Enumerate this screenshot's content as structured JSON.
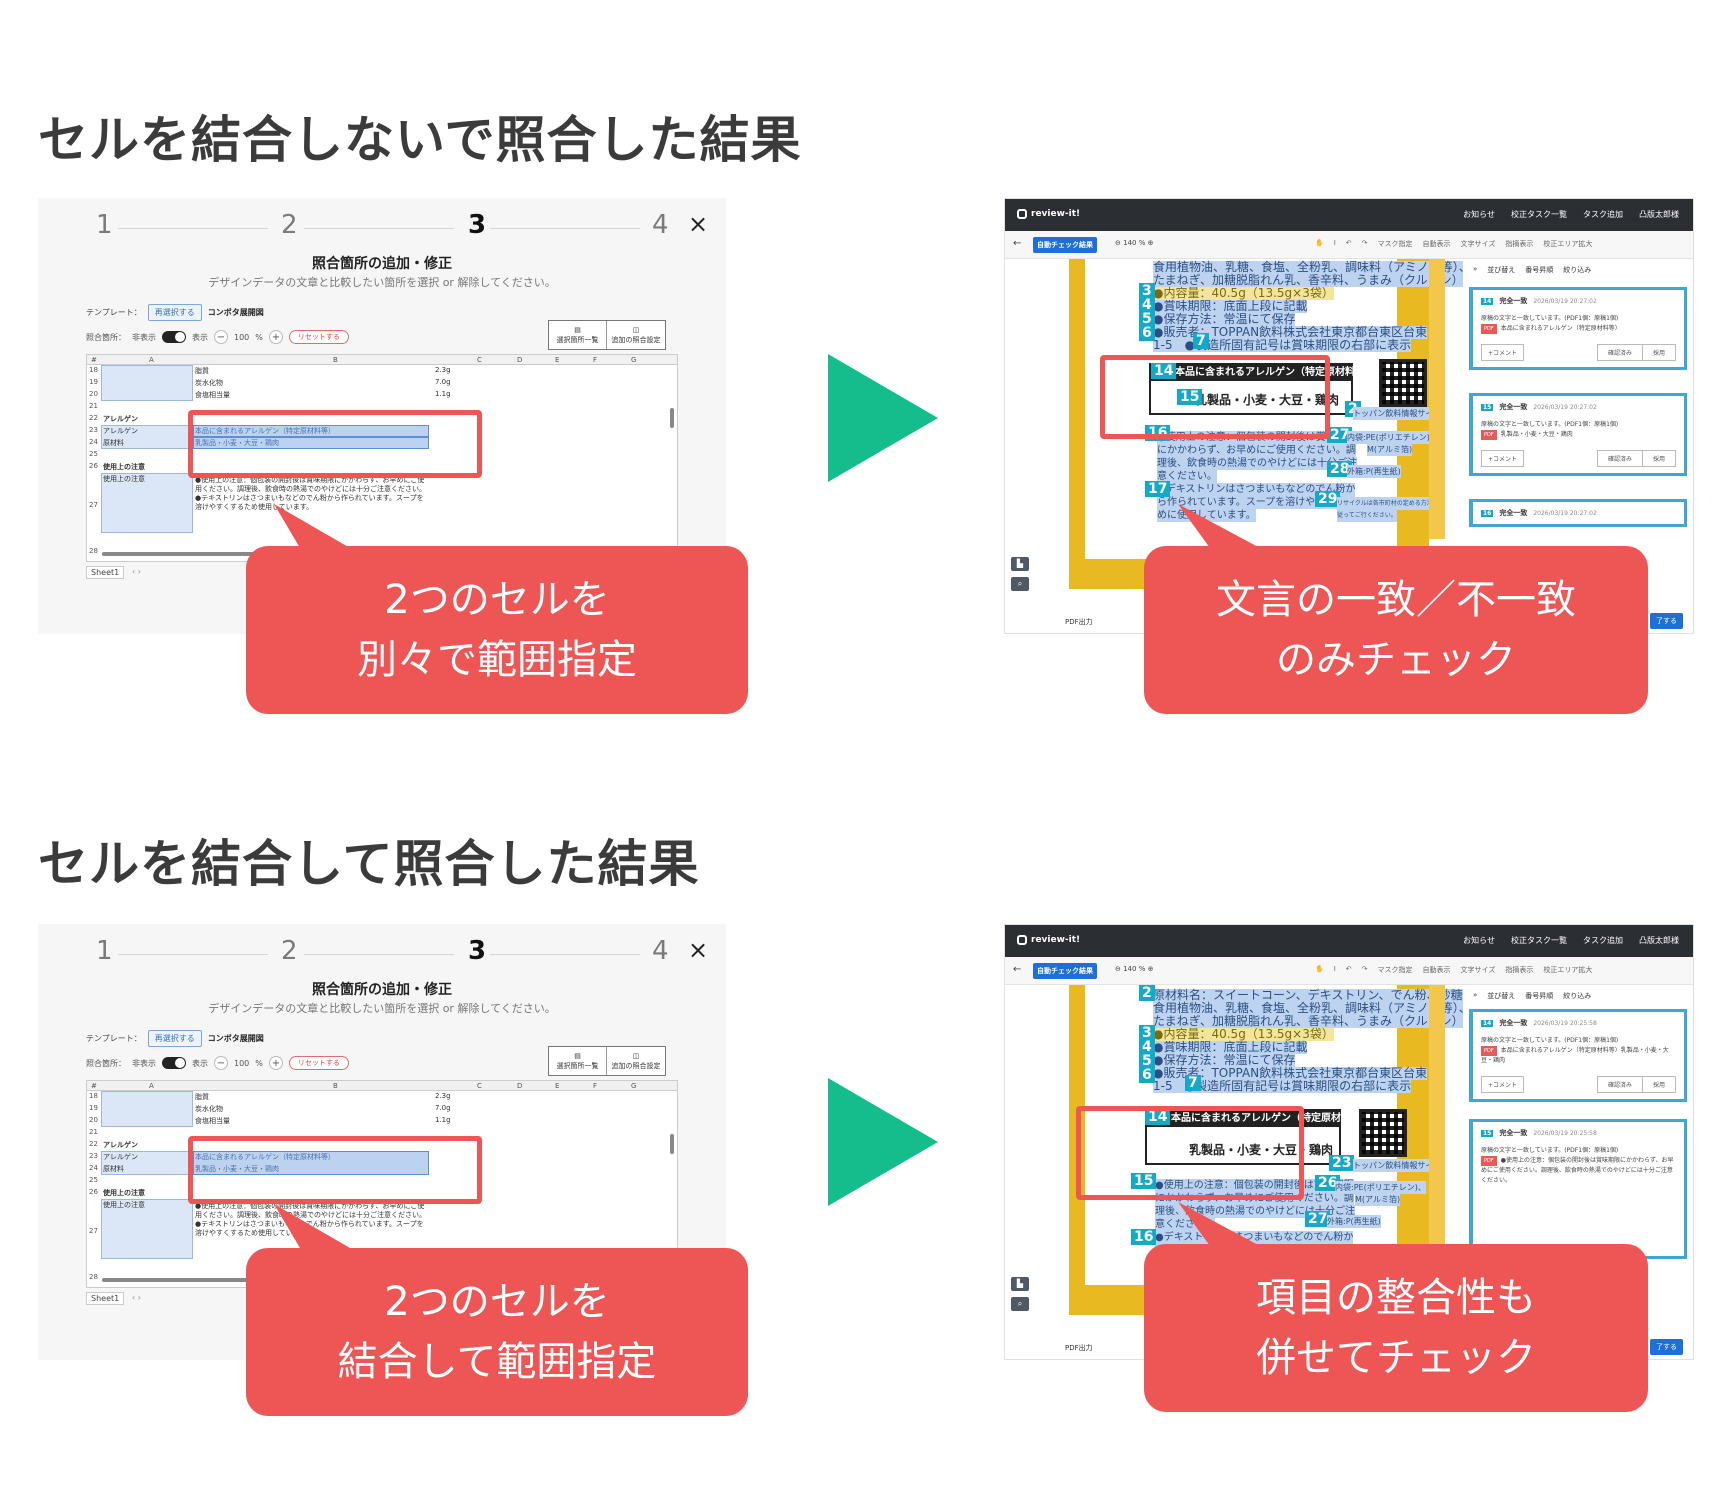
{
  "sections": [
    {
      "title": "セルを結合しないで照合した結果",
      "left_callout": [
        "2つのセルを",
        "別々で範囲指定"
      ],
      "right_callout": [
        "文言の一致／不一致",
        "のみチェック"
      ]
    },
    {
      "title": "セルを結合して照合した結果",
      "left_callout": [
        "2つのセルを",
        "結合して範囲指定"
      ],
      "right_callout": [
        "項目の整合性も",
        "併せてチェック"
      ]
    }
  ],
  "dialog": {
    "steps": [
      "1",
      "2",
      "3",
      "4"
    ],
    "active_step": "3",
    "close": "×",
    "title": "照合箇所の追加・修正",
    "subtitle": "デザインデータの文章と比較したい箇所を選択 or 解除してください。",
    "template_label": "テンプレート：",
    "reselect": "再選択する",
    "template_name": "コンボタ展開図",
    "match_label": "照合箇所：",
    "hide": "非表示",
    "show": "表示",
    "zoom_minus": "−",
    "zoom_value": "100",
    "zoom_unit": "%",
    "zoom_plus": "+",
    "reset": "リセットする",
    "list_btn": "選択箇所一覧",
    "add_btn": "追加の照合設定",
    "columns": [
      "#",
      "A",
      "B",
      "C",
      "D",
      "E",
      "F",
      "G"
    ],
    "rows": [
      "18",
      "19",
      "20",
      "21",
      "22",
      "23",
      "24",
      "25",
      "26",
      "27",
      "28"
    ],
    "cells": {
      "r18b": "脂質",
      "r18c": "2.3g",
      "r19b": "炭水化物",
      "r19c": "7.0g",
      "r20b": "食塩相当量",
      "r20c": "1.1g",
      "r22a": "アレルゲン",
      "r23a": "アレルゲン",
      "r23b": "本品に含まれるアレルゲン（特定原材料等）",
      "r24a": "原材料",
      "r24b": "乳製品・小麦・大豆・鶏肉",
      "r26a": "使用上の注意",
      "r26a2": "使用上の注意",
      "r27b1": "●使用上の注意：個包装の開封後は賞味期限にかかわらず、お早めにご使",
      "r27b2": "用ください。調理後、飲食時の熱湯でのやけどには十分ご注意ください。",
      "r27b3": "●テキストリンはさつまいもなどのでん粉から作られています。スープを",
      "r27b4": "溶けやすくするため使用しています。"
    },
    "sheet_tab": "Sheet1",
    "sheet_nav": "‹  ›"
  },
  "app": {
    "brand": "review-it!",
    "header_items": [
      "お知らせ",
      "校正タスク一覧",
      "タスク追加",
      "凸版太郎様"
    ],
    "back": "←",
    "auto_check": "自動チェック結果",
    "zoom_value": "140",
    "zoom_unit": "%",
    "tools": [
      "マスク指定",
      "自動表示",
      "文字サイズ",
      "指摘表示",
      "校正エリア拡大"
    ],
    "doc_top": [
      {
        "num": "2",
        "text": "原材料名：スイートコーン、デキストリン、でん粉、砂糖、"
      },
      {
        "num": "",
        "text": "食用植物油、乳糖、食塩、全粉乳、調味料（アミノ酸等）、"
      },
      {
        "num": "",
        "text": "たまねぎ、加糖脱脂れん乳、香辛料、うまみ（クルトン）"
      },
      {
        "num": "3",
        "text": "●内容量：40.5g（13.5g×3袋）"
      },
      {
        "num": "4",
        "text": "●賞味期限：底面上段に記載"
      },
      {
        "num": "5",
        "text": "●保存方法：常温にて保存"
      },
      {
        "num": "6",
        "text": "●販売者：TOPPAN飲料株式会社東京都台東区台東"
      },
      {
        "num": "7",
        "text": "1-5　●製造所固有記号は賞味期限の右部に表示"
      }
    ],
    "allergen_title": "本品に含まれるアレルゲン（特定原材料等）",
    "allergen_main": "乳製品・小麦・大豆・鶏肉",
    "doc_bottom": [
      "●使用上の注意：個包装の開封後は賞味期限",
      "にかかわらず、お早めにご使用ください。調",
      "理後、飲食時の熱湯でのやけどには十分ご注",
      "意ください。",
      "●デキストリンはさつまいもなどのでん粉か",
      "ら作られています。スープを溶けやすくする",
      "めに使用しています。"
    ],
    "side_text": [
      "トッパン飲料情報サイト",
      "内袋:PE(ポリエチレン)、",
      "M(アルミ箔)",
      "外箱:P(再生紙)",
      "リサイクルは各市町村の定める方法に",
      "従ってご行ください。"
    ],
    "panel_ctrl": [
      "»",
      "並び替え",
      "番号昇順",
      "絞り込み"
    ],
    "card_ok": "完全一致",
    "card_text": "原稿の文字と一致しています。(PDF1個：原稿1個)",
    "pdf": "PDF",
    "comment": "+コメント",
    "confirm": "確認済み",
    "adopt": "採用",
    "pdf_out": "PDF出力",
    "finish": "了する",
    "unmerged": {
      "tags": {
        "t14": "14",
        "t15": "15",
        "t2x": "2",
        "t16": "16",
        "t17": "17",
        "t27": "27",
        "t28": "28",
        "t29": "29"
      },
      "cards": [
        {
          "no": "14",
          "date": "2026/03/19 20:27:02",
          "pdf_text": "本品に含まれるアレルゲン（特定原材料等）"
        },
        {
          "no": "15",
          "date": "2026/03/19 20:27:02",
          "pdf_text": "乳製品・小麦・大豆・鶏肉"
        },
        {
          "no": "16",
          "date": "2026/03/19 20:27:02",
          "pdf_text": ""
        }
      ]
    },
    "merged": {
      "tags": {
        "t14": "14",
        "t23": "23",
        "t15": "15",
        "t16": "16",
        "t26": "26",
        "t27": "27"
      },
      "cards": [
        {
          "no": "14",
          "date": "2026/03/19 20:25:58",
          "pdf_text": "本品に含まれるアレルゲン（特定原材料等）乳製品・小麦・大豆・鶏肉"
        },
        {
          "no": "15",
          "date": "2026/03/19 20:25:58",
          "pdf_text": "●使用上の注意：個包装の開封後は賞味期限にかかわらず、お早めにご使用ください。調理後、飲食時の熱湯でのやけどには十分ご注意ください。"
        }
      ]
    }
  },
  "colors": {
    "accent_red": "#ee5656",
    "arrow_green": "#15bd8c",
    "tag_blue": "#15a9c9",
    "app_header": "#2b2e33",
    "primary_blue": "#1e6fd9"
  }
}
